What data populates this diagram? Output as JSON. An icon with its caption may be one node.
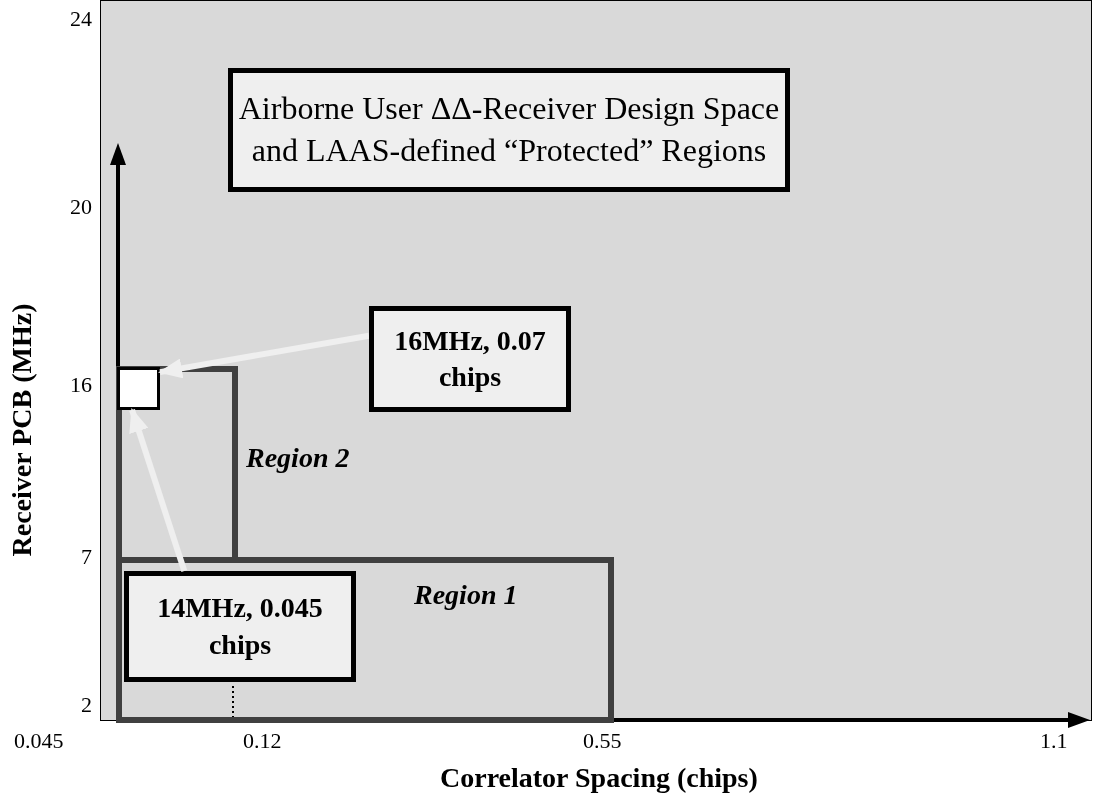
{
  "diagram": {
    "nodes": [
      {
        "text": [
          "Airborne User ΔΔ-Receiver Design Space and LAAS-defined “Protected” Regions"
        ]
      },
      {
        "text": [],
        "shape": "box",
        "beside": [
          "Region 2"
        ]
      },
      {
        "text": [
          "Region 1"
        ]
      },
      {
        "text": [],
        "shape": "box",
        "in": 1
      },
      {
        "text": [
          "16MHz, 0.07 chips"
        ]
      },
      {
        "text": [
          "14MHz, 0.045 chips"
        ],
        "in": 2
      }
    ],
    "edges": [
      {
        "from": 4,
        "to": 3,
        "arrow": "to"
      },
      {
        "from": 5,
        "to": 3,
        "arrow": "to"
      }
    ],
    "labels": [
      "24",
      "20",
      "16",
      "Receiver PCB (MHz)",
      "7",
      "2",
      "0.045",
      "0.12",
      "0.55",
      "1.1",
      "Correlator Spacing (chips)"
    ]
  }
}
